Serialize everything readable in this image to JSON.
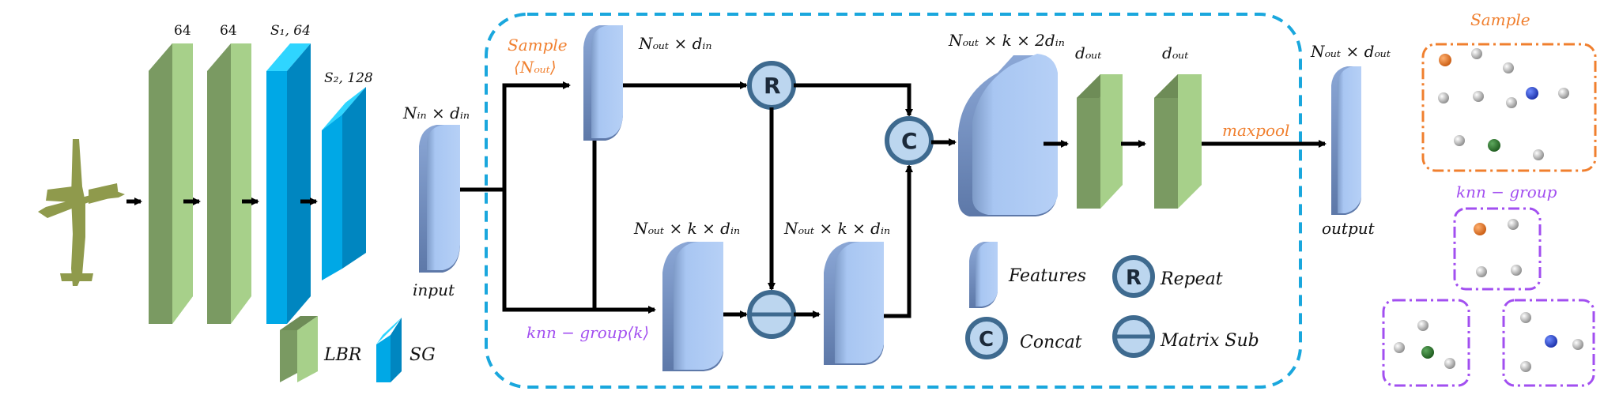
{
  "encoder": {
    "layer_labels": [
      "64",
      "64",
      "S₁, 64",
      "S₂, 128"
    ]
  },
  "legend_left": {
    "lbr_label": "LBR",
    "sg_label": "SG"
  },
  "module": {
    "input_dim": "Nᵢₙ × dᵢₙ",
    "input_label": "input",
    "sample_label": "Sample",
    "sample_param": "⟨Nₒᵤₜ⟩",
    "sample_out_dim": "Nₒᵤₜ × dᵢₙ",
    "group_out_dim": "Nₒᵤₜ × k × dᵢₙ",
    "sub_out_dim": "Nₒᵤₜ × k × dᵢₙ",
    "concat_dim": "Nₒᵤₜ × k × 2dᵢₙ",
    "knn_label": "knn − group⟨k⟩",
    "dout1": "dₒᵤₜ",
    "dout2": "dₒᵤₜ",
    "maxpool_label": "maxpool",
    "repeat_symbol": "R",
    "concat_symbol": "C",
    "output_dim": "Nₒᵤₜ × dₒᵤₜ",
    "output_label": "output"
  },
  "legend_right": {
    "features": "Features",
    "repeat_symbol": "R",
    "repeat": "Repeat",
    "concat_symbol": "C",
    "concat": "Concat",
    "matrix_sub": "Matrix Sub"
  },
  "illustration": {
    "sample_title": "Sample",
    "knn_title": "knn − group"
  },
  "colors": {
    "green_front": "#a7d08a",
    "green_side": "#7a9a62",
    "blue_front": "#00a8e6",
    "blue_side": "#0086c0",
    "blue_top": "#2fd5ff",
    "feature_blue": "#a8c6f2",
    "circle_fill": "#bcd6ef",
    "circle_stroke": "#3e6a8f",
    "dashed_blue": "#1aa7dd",
    "orange": "#f07f2e",
    "purple": "#a24ff0",
    "airplane": "#8f9a4c"
  }
}
